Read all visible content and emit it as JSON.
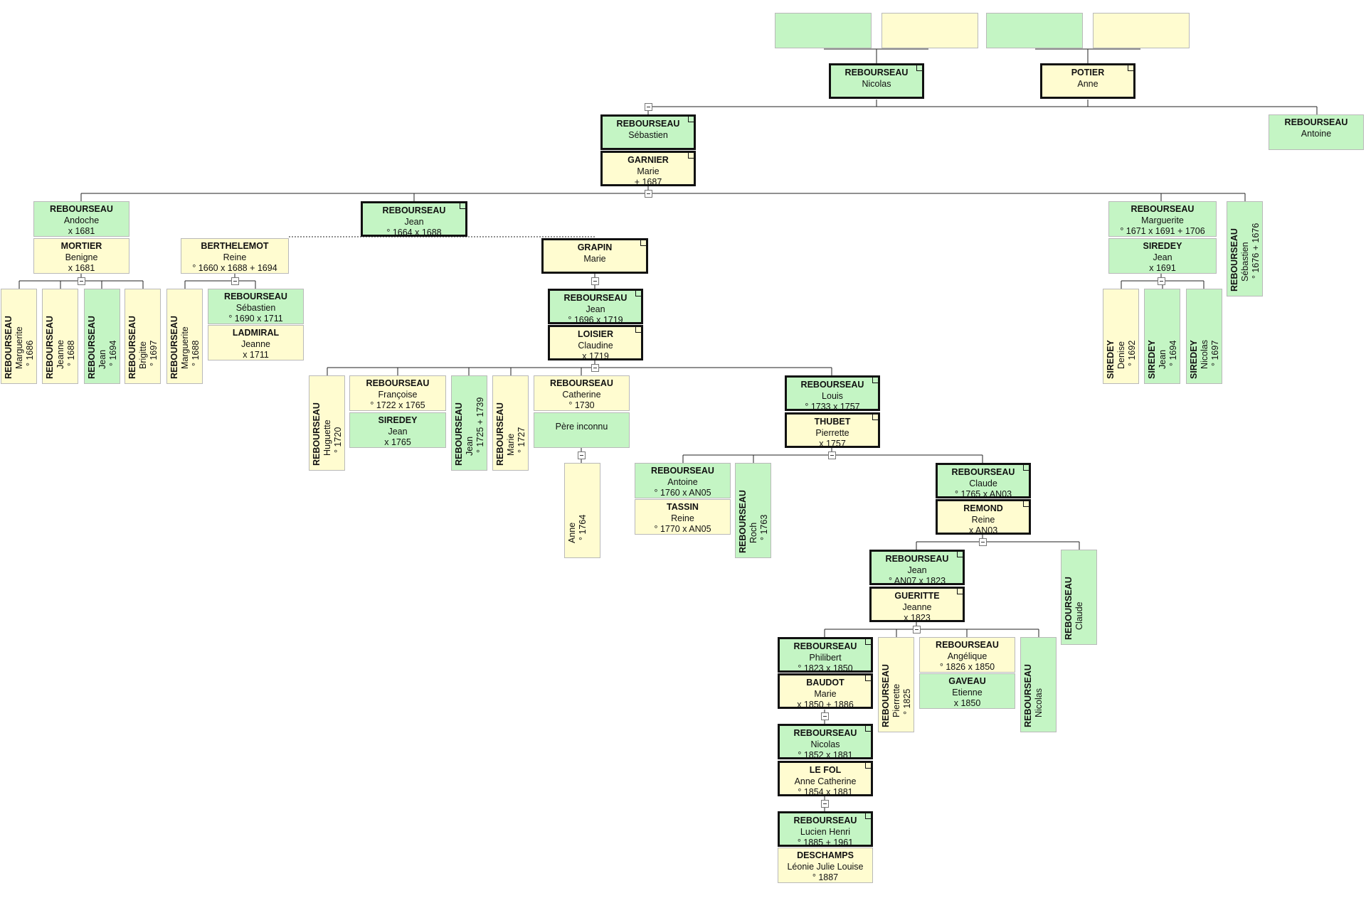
{
  "people": {
    "nicolas_p": {
      "surname": "REBOURSEAU",
      "given": "Nicolas",
      "events": []
    },
    "anne_p": {
      "surname": "POTIER",
      "given": "Anne",
      "events": []
    },
    "sebastien": {
      "surname": "REBOURSEAU",
      "given": "Sébastien",
      "events": []
    },
    "marie_garnier": {
      "surname": "GARNIER",
      "given": "Marie",
      "events": [
        "+ 1687"
      ]
    },
    "antoine_top": {
      "surname": "REBOURSEAU",
      "given": "Antoine",
      "events": []
    },
    "andoche": {
      "surname": "REBOURSEAU",
      "given": "Andoche",
      "events": [
        "x 1681"
      ]
    },
    "benigne": {
      "surname": "MORTIER",
      "given": "Benigne",
      "events": [
        "x 1681"
      ]
    },
    "jean_1664": {
      "surname": "REBOURSEAU",
      "given": "Jean",
      "events": [
        "° 1664  x 1688"
      ]
    },
    "reine_b": {
      "surname": "BERTHELEMOT",
      "given": "Reine",
      "events": [
        "° 1660  x 1688  + 1694"
      ]
    },
    "marie_grapin": {
      "surname": "GRAPIN",
      "given": "Marie",
      "events": []
    },
    "marguerite_1671": {
      "surname": "REBOURSEAU",
      "given": "Marguerite",
      "events": [
        "° 1671  x 1691  + 1706"
      ]
    },
    "jean_siredey_1691": {
      "surname": "SIREDEY",
      "given": "Jean",
      "events": [
        "x 1691"
      ]
    },
    "sebastien_1676": {
      "surname": "REBOURSEAU",
      "given": "Sébastien",
      "events": [
        "° 1676 + 1676"
      ]
    },
    "marguerite_1686": {
      "surname": "REBOURSEAU",
      "given": "Marguerite",
      "events": [
        "° 1686"
      ]
    },
    "jeanne_1688": {
      "surname": "REBOURSEAU",
      "given": "Jeanne",
      "events": [
        "° 1688"
      ]
    },
    "jean_1694": {
      "surname": "REBOURSEAU",
      "given": "Jean",
      "events": [
        "° 1694"
      ]
    },
    "brigitte_1697": {
      "surname": "REBOURSEAU",
      "given": "Brigitte",
      "events": [
        "° 1697"
      ]
    },
    "marguerite_1688": {
      "surname": "REBOURSEAU",
      "given": "Marguerite",
      "events": [
        "° 1688"
      ]
    },
    "sebastien_1690": {
      "surname": "REBOURSEAU",
      "given": "Sébastien",
      "events": [
        "° 1690  x 1711"
      ]
    },
    "jeanne_ladmiral": {
      "surname": "LADMIRAL",
      "given": "Jeanne",
      "events": [
        "x 1711"
      ]
    },
    "jean_1696": {
      "surname": "REBOURSEAU",
      "given": "Jean",
      "events": [
        "° 1696  x 1719"
      ]
    },
    "claudine_loisier": {
      "surname": "LOISIER",
      "given": "Claudine",
      "events": [
        "x 1719"
      ]
    },
    "denise_1692": {
      "surname": "SIREDEY",
      "given": "Denise",
      "events": [
        "° 1692"
      ]
    },
    "jean_s_1694": {
      "surname": "SIREDEY",
      "given": "Jean",
      "events": [
        "° 1694"
      ]
    },
    "nicolas_s_1697": {
      "surname": "SIREDEY",
      "given": "Nicolas",
      "events": [
        "° 1697"
      ]
    },
    "huguette_1720": {
      "surname": "REBOURSEAU",
      "given": "Huguette",
      "events": [
        "° 1720"
      ]
    },
    "francoise_1722": {
      "surname": "REBOURSEAU",
      "given": "Françoise",
      "events": [
        "° 1722  x 1765"
      ]
    },
    "jean_siredey_1765": {
      "surname": "SIREDEY",
      "given": "Jean",
      "events": [
        "x 1765"
      ]
    },
    "jean_1725": {
      "surname": "REBOURSEAU",
      "given": "Jean",
      "events": [
        "° 1725 + 1739"
      ]
    },
    "marie_1727": {
      "surname": "REBOURSEAU",
      "given": "Marie",
      "events": [
        "° 1727"
      ]
    },
    "catherine_1730": {
      "surname": "REBOURSEAU",
      "given": "Catherine",
      "events": [
        "° 1730"
      ]
    },
    "pere_inconnu": {
      "surname": "",
      "given": "Père inconnu",
      "events": []
    },
    "louis_1733": {
      "surname": "REBOURSEAU",
      "given": "Louis",
      "events": [
        "° 1733  x 1757"
      ]
    },
    "pierrette_thubet": {
      "surname": "THUBET",
      "given": "Pierrette",
      "events": [
        "x 1757"
      ]
    },
    "anne_1764": {
      "surname": "",
      "given": "Anne",
      "events": [
        "° 1764"
      ]
    },
    "antoine_1760": {
      "surname": "REBOURSEAU",
      "given": "Antoine",
      "events": [
        "° 1760  x AN05"
      ]
    },
    "reine_tassin": {
      "surname": "TASSIN",
      "given": "Reine",
      "events": [
        "° 1770  x AN05"
      ]
    },
    "roch_1763": {
      "surname": "REBOURSEAU",
      "given": "Roch",
      "events": [
        "° 1763"
      ]
    },
    "claude_1765": {
      "surname": "REBOURSEAU",
      "given": "Claude",
      "events": [
        "° 1765  x AN03"
      ]
    },
    "reine_remond": {
      "surname": "REMOND",
      "given": "Reine",
      "events": [
        "x AN03"
      ]
    },
    "jean_an07": {
      "surname": "REBOURSEAU",
      "given": "Jean",
      "events": [
        "° AN07  x 1823"
      ]
    },
    "jeanne_gueritte": {
      "surname": "GUERITTE",
      "given": "Jeanne",
      "events": [
        "x 1823"
      ]
    },
    "claude_v": {
      "surname": "REBOURSEAU",
      "given": "Claude",
      "events": []
    },
    "philibert_1823": {
      "surname": "REBOURSEAU",
      "given": "Philibert",
      "events": [
        "° 1823  x 1850"
      ]
    },
    "marie_baudot": {
      "surname": "BAUDOT",
      "given": "Marie",
      "events": [
        "x 1850  + 1886"
      ]
    },
    "pierrette_1825": {
      "surname": "REBOURSEAU",
      "given": "Pierrette",
      "events": [
        "° 1825"
      ]
    },
    "angelique_1826": {
      "surname": "REBOURSEAU",
      "given": "Angélique",
      "events": [
        "° 1826  x 1850"
      ]
    },
    "etienne_gaveau": {
      "surname": "GAVEAU",
      "given": "Etienne",
      "events": [
        "x 1850"
      ]
    },
    "nicolas_v": {
      "surname": "REBOURSEAU",
      "given": "Nicolas",
      "events": []
    },
    "nicolas_1852": {
      "surname": "REBOURSEAU",
      "given": "Nicolas",
      "events": [
        "° 1852  x 1881"
      ]
    },
    "anne_catherine_lefol": {
      "surname": "LE FOL",
      "given": "Anne Catherine",
      "events": [
        "° 1854  x 1881"
      ]
    },
    "lucien_henri": {
      "surname": "REBOURSEAU",
      "given": "Lucien Henri",
      "events": [
        "° 1885  + 1961"
      ]
    },
    "leonie_deschamps": {
      "surname": "DESCHAMPS",
      "given": "Léonie Julie Louise",
      "events": [
        "° 1887"
      ]
    }
  }
}
